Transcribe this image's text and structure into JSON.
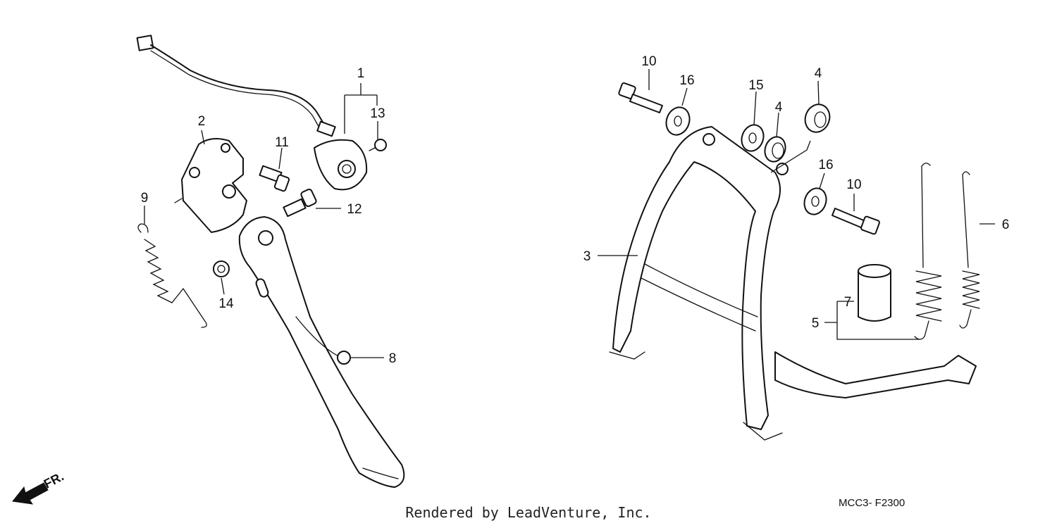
{
  "diagram": {
    "callouts": [
      {
        "id": "c1",
        "label": "1"
      },
      {
        "id": "c2",
        "label": "2"
      },
      {
        "id": "c3",
        "label": "3"
      },
      {
        "id": "c4a",
        "label": "4"
      },
      {
        "id": "c4b",
        "label": "4"
      },
      {
        "id": "c5",
        "label": "5"
      },
      {
        "id": "c6",
        "label": "6"
      },
      {
        "id": "c7",
        "label": "7"
      },
      {
        "id": "c8",
        "label": "8"
      },
      {
        "id": "c9",
        "label": "9"
      },
      {
        "id": "c10a",
        "label": "10"
      },
      {
        "id": "c10b",
        "label": "10"
      },
      {
        "id": "c11",
        "label": "11"
      },
      {
        "id": "c12",
        "label": "12"
      },
      {
        "id": "c13",
        "label": "13"
      },
      {
        "id": "c14",
        "label": "14"
      },
      {
        "id": "c15",
        "label": "15"
      },
      {
        "id": "c16a",
        "label": "16"
      },
      {
        "id": "c16b",
        "label": "16"
      }
    ],
    "direction_label": "FR.",
    "diagram_code": "MCC3- F2300",
    "credit": "Rendered by LeadVenture, Inc."
  }
}
